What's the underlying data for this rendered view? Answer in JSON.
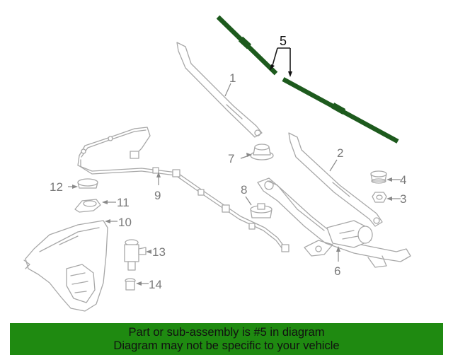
{
  "callouts": {
    "c1": "1",
    "c2": "2",
    "c3": "3",
    "c4": "4",
    "c5": "5",
    "c6": "6",
    "c7": "7",
    "c8": "8",
    "c9": "9",
    "c10": "10",
    "c11": "11",
    "c12": "12",
    "c13": "13",
    "c14": "14"
  },
  "banner": {
    "line1": "Part or sub-assembly is #5 in diagram",
    "line2": "Diagram may not be specific to your vehicle"
  },
  "colors": {
    "highlight_part": "#1d5a1d",
    "banner_background": "#1f8a11",
    "line_art": "#a8a8a8"
  }
}
